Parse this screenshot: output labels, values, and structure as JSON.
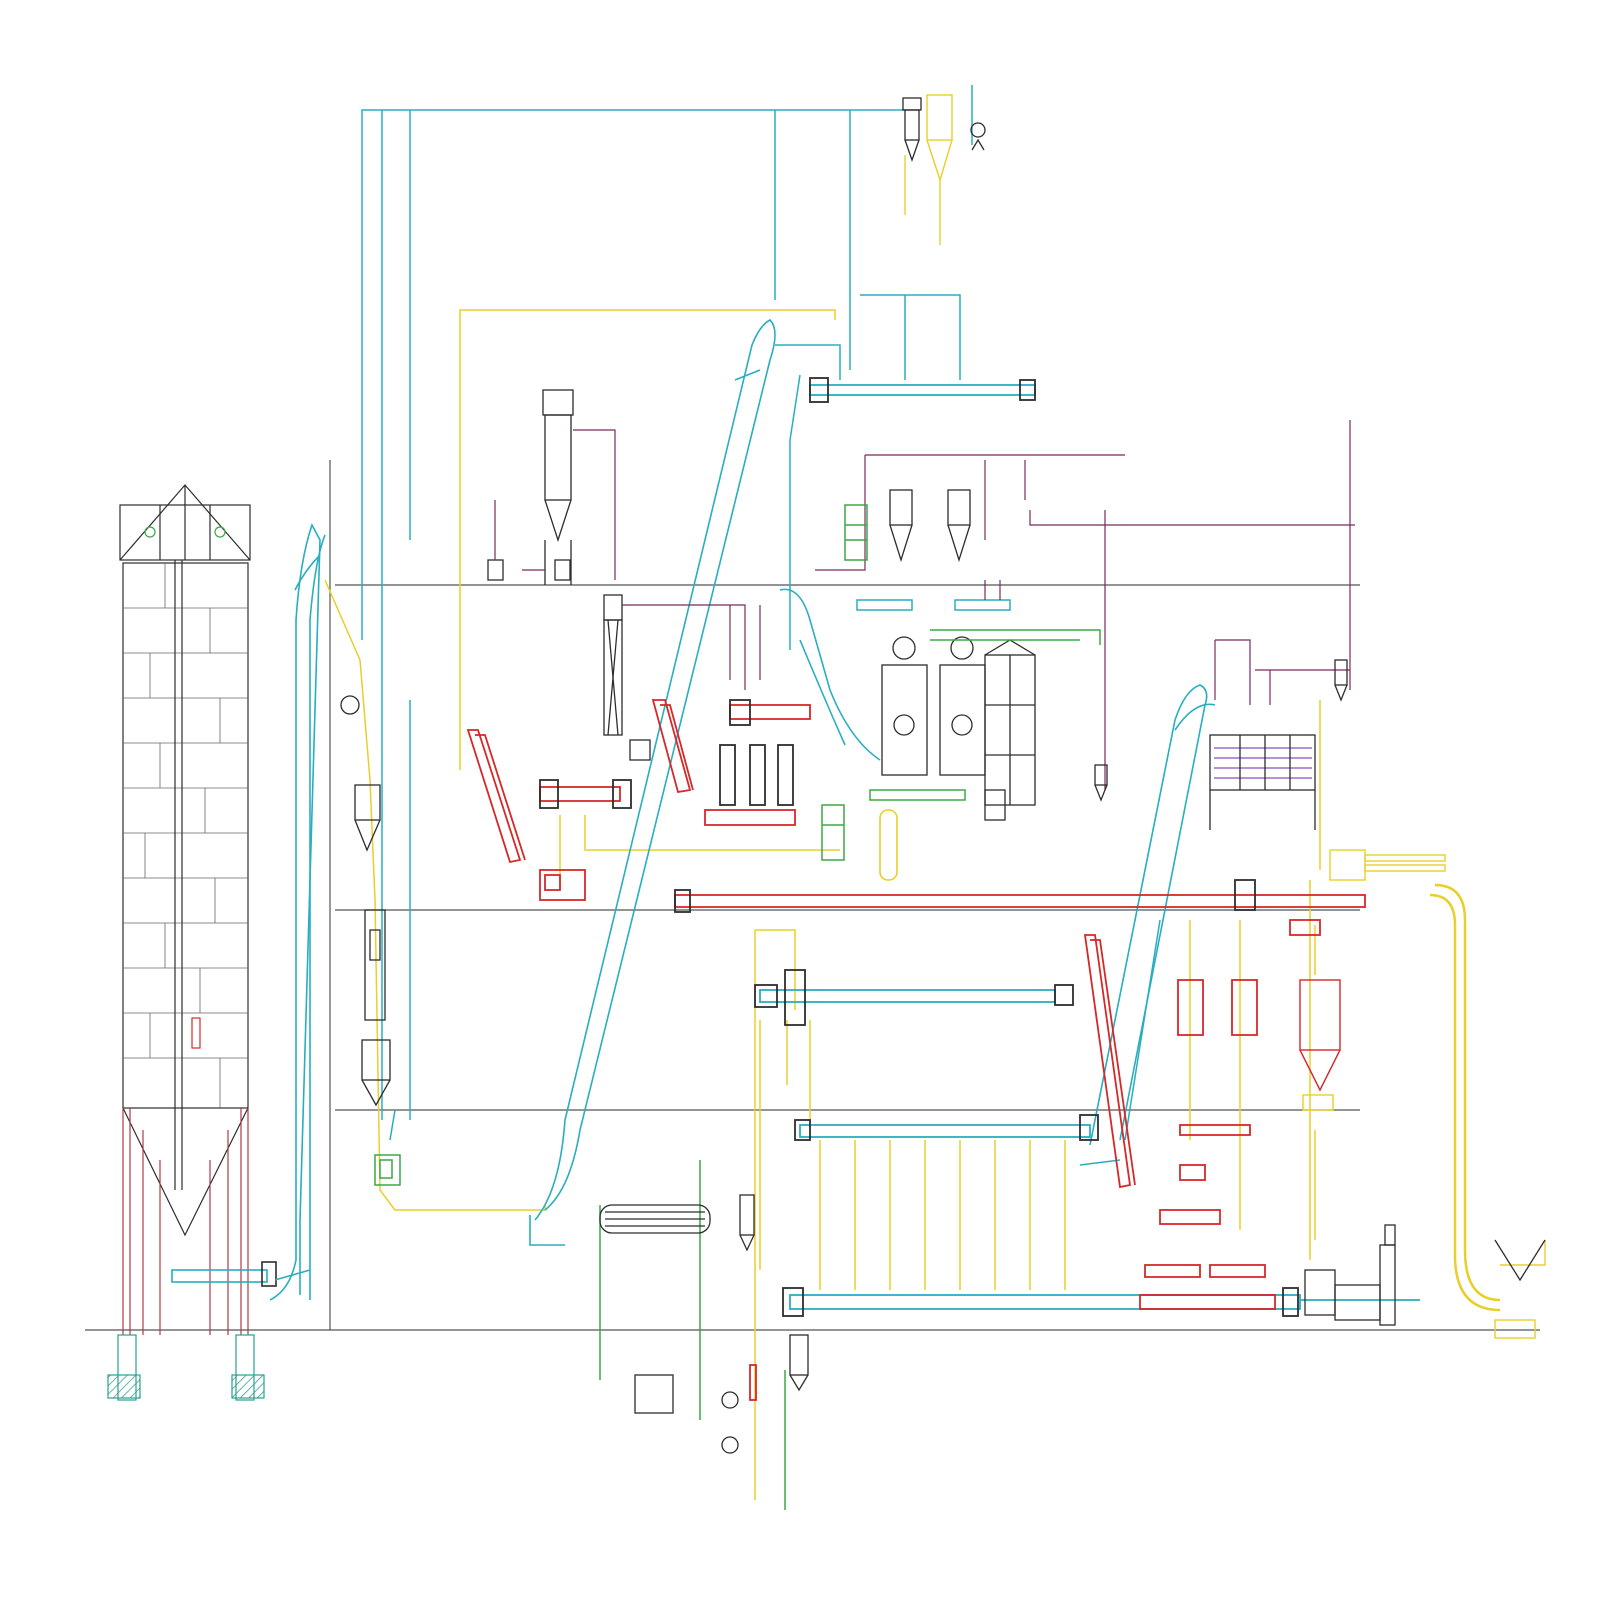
{
  "diagram": {
    "type": "process-flow-schematic",
    "labels": [],
    "colors": {
      "cyan": "#29aebf",
      "yellow": "#e8cf2a",
      "red": "#d62828",
      "green": "#3aa845",
      "purple": "#7a2a5a",
      "violet": "#8a4ec0",
      "gray": "#555555",
      "dark": "#2d2d2d",
      "foundation": "#2aa090"
    },
    "equipment_icons": [
      "storage-silo",
      "bucket-elevator",
      "screw-conveyor",
      "cyclone-separator",
      "bag-filter",
      "fan",
      "scale",
      "vibrating-screen",
      "roller-mill",
      "cooker-conditioner",
      "flaker",
      "expeller-press",
      "filter-press",
      "settling-tank",
      "heat-exchanger",
      "pump",
      "oil-tank",
      "cake-breaker",
      "crusher",
      "dryer"
    ]
  }
}
